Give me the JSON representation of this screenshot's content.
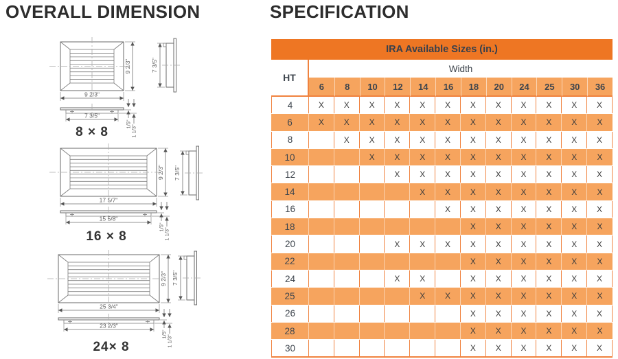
{
  "left": {
    "title": "OVERALL DIMENSION",
    "drawings": [
      {
        "id": "8x8",
        "label": "8 × 8",
        "front_width_dim": "9 2/3\"",
        "front_height_dim": "9 2/3\"",
        "side_depth_dim": "7 3/5\"",
        "neck_width_dim": "7 3/5\"",
        "flange_thickness_dim": "1/5\"",
        "overall_depth_dim": "1 1/3\""
      },
      {
        "id": "16x8",
        "label": "16 × 8",
        "front_width_dim": "17 5/7\"",
        "front_height_dim": "9 2/3\"",
        "side_depth_dim": "7 3/5\"",
        "neck_width_dim": "15 5/8\"",
        "flange_thickness_dim": "1/5\"",
        "overall_depth_dim": "1 1/3\""
      },
      {
        "id": "24x8",
        "label": "24× 8",
        "front_width_dim": "25 3/4\"",
        "front_height_dim": "9 2/3\"",
        "side_depth_dim": "7 3/5\"",
        "neck_width_dim": "23 2/3\"",
        "flange_thickness_dim": "1/5\"",
        "overall_depth_dim": "1 1/3\""
      }
    ]
  },
  "right": {
    "title": "SPECIFICATION",
    "table": {
      "title": "IRA Available Sizes (in.)",
      "ht_label": "HT",
      "width_label": "Width",
      "columns": [
        "6",
        "8",
        "10",
        "12",
        "14",
        "16",
        "18",
        "20",
        "24",
        "25",
        "30",
        "36"
      ],
      "rows": [
        {
          "ht": "4",
          "marks": [
            "X",
            "X",
            "X",
            "X",
            "X",
            "X",
            "X",
            "X",
            "X",
            "X",
            "X",
            "X"
          ]
        },
        {
          "ht": "6",
          "marks": [
            "X",
            "X",
            "X",
            "X",
            "X",
            "X",
            "X",
            "X",
            "X",
            "X",
            "X",
            "X"
          ]
        },
        {
          "ht": "8",
          "marks": [
            "",
            "X",
            "X",
            "X",
            "X",
            "X",
            "X",
            "X",
            "X",
            "X",
            "X",
            "X"
          ]
        },
        {
          "ht": "10",
          "marks": [
            "",
            "",
            "X",
            "X",
            "X",
            "X",
            "X",
            "X",
            "X",
            "X",
            "X",
            "X"
          ]
        },
        {
          "ht": "12",
          "marks": [
            "",
            "",
            "",
            "X",
            "X",
            "X",
            "X",
            "X",
            "X",
            "X",
            "X",
            "X"
          ]
        },
        {
          "ht": "14",
          "marks": [
            "",
            "",
            "",
            "",
            "X",
            "X",
            "X",
            "X",
            "X",
            "X",
            "X",
            "X"
          ]
        },
        {
          "ht": "16",
          "marks": [
            "",
            "",
            "",
            "",
            "",
            "X",
            "X",
            "X",
            "X",
            "X",
            "X",
            "X"
          ]
        },
        {
          "ht": "18",
          "marks": [
            "",
            "",
            "",
            "",
            "",
            "",
            "X",
            "X",
            "X",
            "X",
            "X",
            "X"
          ]
        },
        {
          "ht": "20",
          "marks": [
            "",
            "",
            "",
            "X",
            "X",
            "X",
            "X",
            "X",
            "X",
            "X",
            "X",
            "X"
          ]
        },
        {
          "ht": "22",
          "marks": [
            "",
            "",
            "",
            "",
            "",
            "",
            "X",
            "X",
            "X",
            "X",
            "X",
            "X"
          ]
        },
        {
          "ht": "24",
          "marks": [
            "",
            "",
            "",
            "X",
            "X",
            "",
            "X",
            "X",
            "X",
            "X",
            "X",
            "X"
          ]
        },
        {
          "ht": "25",
          "marks": [
            "",
            "",
            "",
            "",
            "X",
            "X",
            "X",
            "X",
            "X",
            "X",
            "X",
            "X"
          ]
        },
        {
          "ht": "26",
          "marks": [
            "",
            "",
            "",
            "",
            "",
            "",
            "X",
            "X",
            "X",
            "X",
            "X",
            "X"
          ]
        },
        {
          "ht": "28",
          "marks": [
            "",
            "",
            "",
            "",
            "",
            "",
            "X",
            "X",
            "X",
            "X",
            "X",
            "X"
          ]
        },
        {
          "ht": "30",
          "marks": [
            "",
            "",
            "",
            "",
            "",
            "",
            "X",
            "X",
            "X",
            "X",
            "X",
            "X"
          ]
        }
      ]
    },
    "colors": {
      "band_orange": "#EE7623",
      "stripe_orange": "#F6A45E",
      "grid_orange": "#F0823E",
      "text_dark": "#3E454D"
    }
  }
}
